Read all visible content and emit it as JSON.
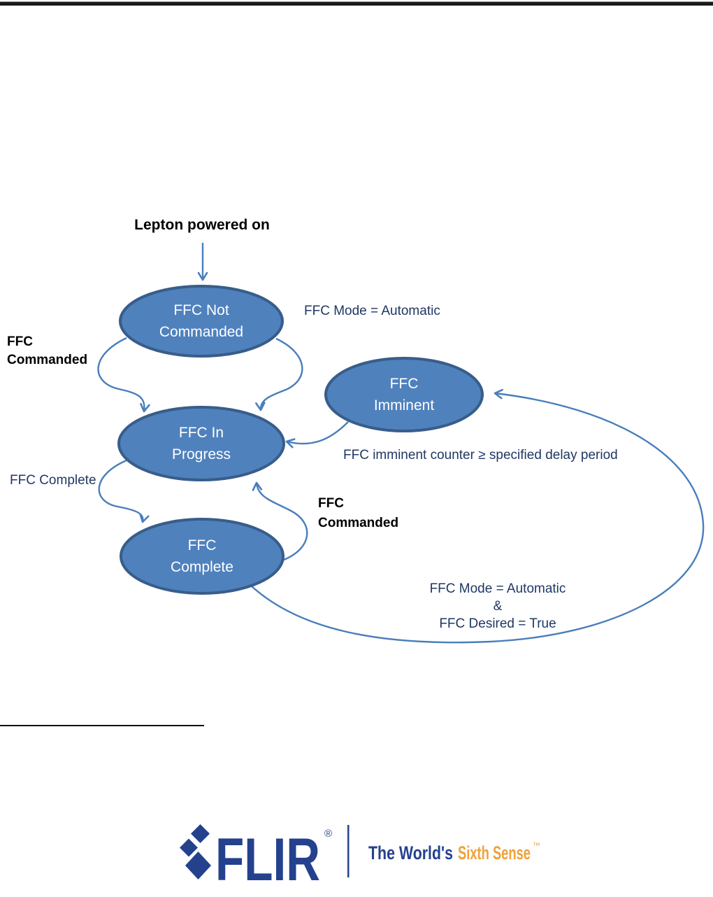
{
  "colors": {
    "node_fill": "#4f81bd",
    "node_stroke": "#385d8a",
    "arrow": "#4a7ebb",
    "label_navy": "#1f3864",
    "label_black": "#000000",
    "brand_navy": "#24418e",
    "brand_orange": "#efa13b",
    "top_rule": "#1a1a1a"
  },
  "diagram": {
    "start_label": "Lepton powered on",
    "nodes": {
      "not_commanded": "FFC Not\nCommanded",
      "imminent": "FFC\nImminent",
      "in_progress": "FFC In\nProgress",
      "complete": "FFC\nComplete"
    },
    "labels": {
      "ffc_commanded_upper": "FFC\nCommanded",
      "ffc_mode_automatic": "FFC Mode = Automatic",
      "imminent_counter": "FFC imminent counter ≥ specified delay period",
      "ffc_complete": "FFC Complete",
      "ffc_commanded_lower": "FFC\nCommanded",
      "auto_loop": "FFC Mode = Automatic\n&\nFFC Desired = True"
    }
  },
  "footer": {
    "wordmark": "FLIR",
    "registered": "®",
    "tagline_prefix": "The World's",
    "tagline_accent": "Sixth Sense",
    "trademark": "™"
  }
}
